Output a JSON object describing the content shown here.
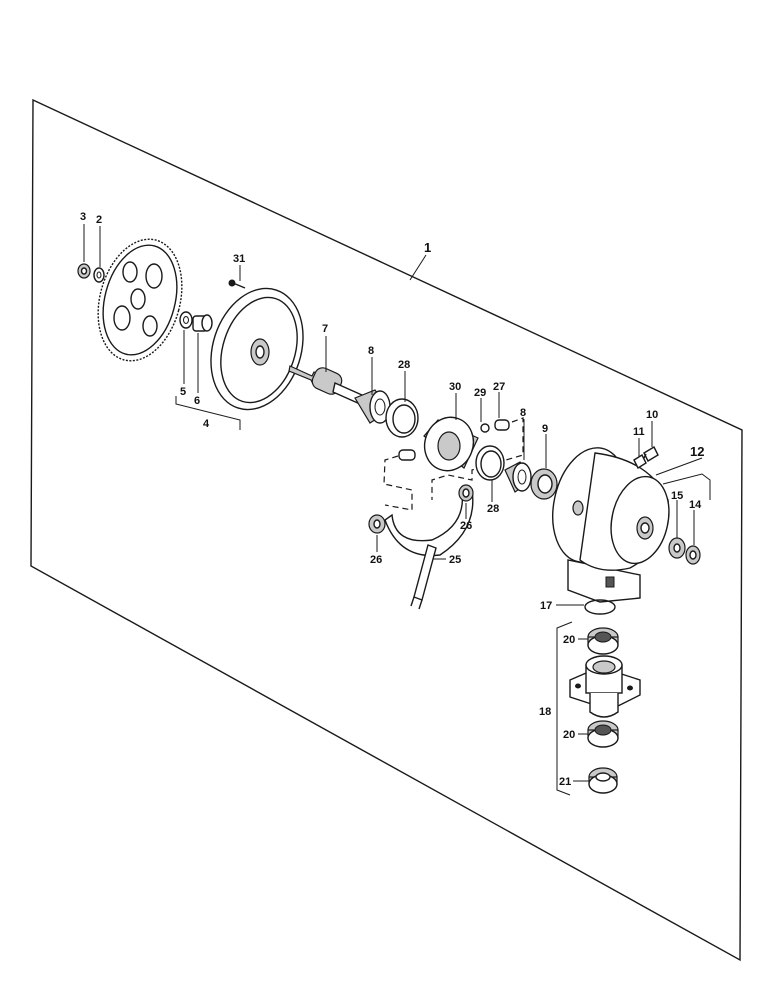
{
  "callouts": {
    "c1": "1",
    "c2": "2",
    "c3": "3",
    "c4": "4",
    "c5": "5",
    "c6": "6",
    "c7": "7",
    "c8a": "8",
    "c8b": "8",
    "c9": "9",
    "c10": "10",
    "c11": "11",
    "c12": "12",
    "c14": "14",
    "c15": "15",
    "c17": "17",
    "c18": "18",
    "c20a": "20",
    "c20b": "20",
    "c21": "21",
    "c25": "25",
    "c26a": "26",
    "c26b": "26",
    "c27": "27",
    "c28a": "28",
    "c28b": "28",
    "c29": "29",
    "c30": "30",
    "c31": "31"
  }
}
